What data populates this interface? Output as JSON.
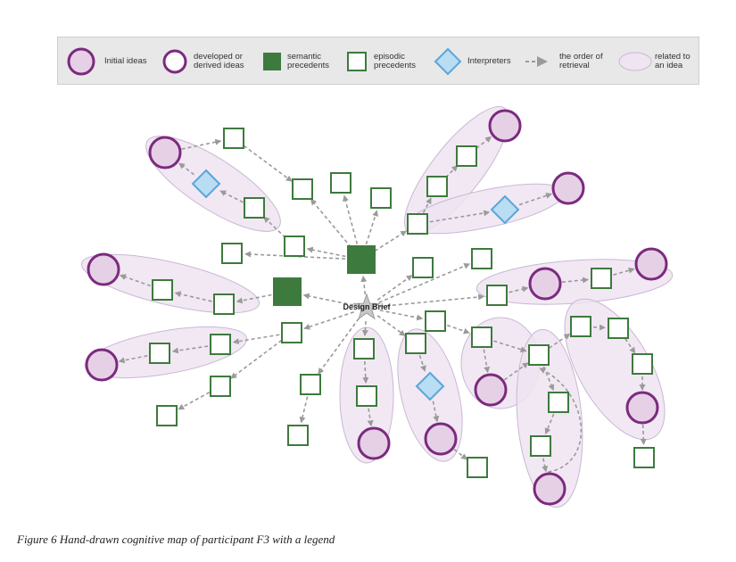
{
  "legend": {
    "items": [
      {
        "label": "Initial ideas",
        "icon": "initial-idea-circle-icon"
      },
      {
        "label": "developed or\nderived ideas",
        "icon": "derived-idea-circle-icon"
      },
      {
        "label": "semantic\nprecedents",
        "icon": "semantic-precedent-square-icon"
      },
      {
        "label": "episodic\nprecedents",
        "icon": "episodic-precedent-square-icon"
      },
      {
        "label": "Interpreters",
        "icon": "interpreter-diamond-icon"
      },
      {
        "label": "the order of\nretrieval",
        "icon": "dashed-arrow-icon"
      },
      {
        "label": "related to\nan idea",
        "icon": "related-ellipse-icon"
      }
    ]
  },
  "diagram": {
    "center_label": "Design Brief"
  },
  "caption": "Figure 6 Hand-drawn cognitive map of participant F3 with a legend",
  "colors": {
    "idea_stroke": "#7b2a7e",
    "idea_fill": "#e6d0e6",
    "semantic_fill": "#3d7a3d",
    "episodic_stroke": "#3d7a3d",
    "interpreter_fill": "#b9ddf3",
    "interpreter_stroke": "#5aa6d9",
    "arrow": "#9a9a9a",
    "related_fill": "#efe4f1",
    "related_stroke": "#c9b8d4",
    "legend_bg": "#e8e8e8"
  }
}
